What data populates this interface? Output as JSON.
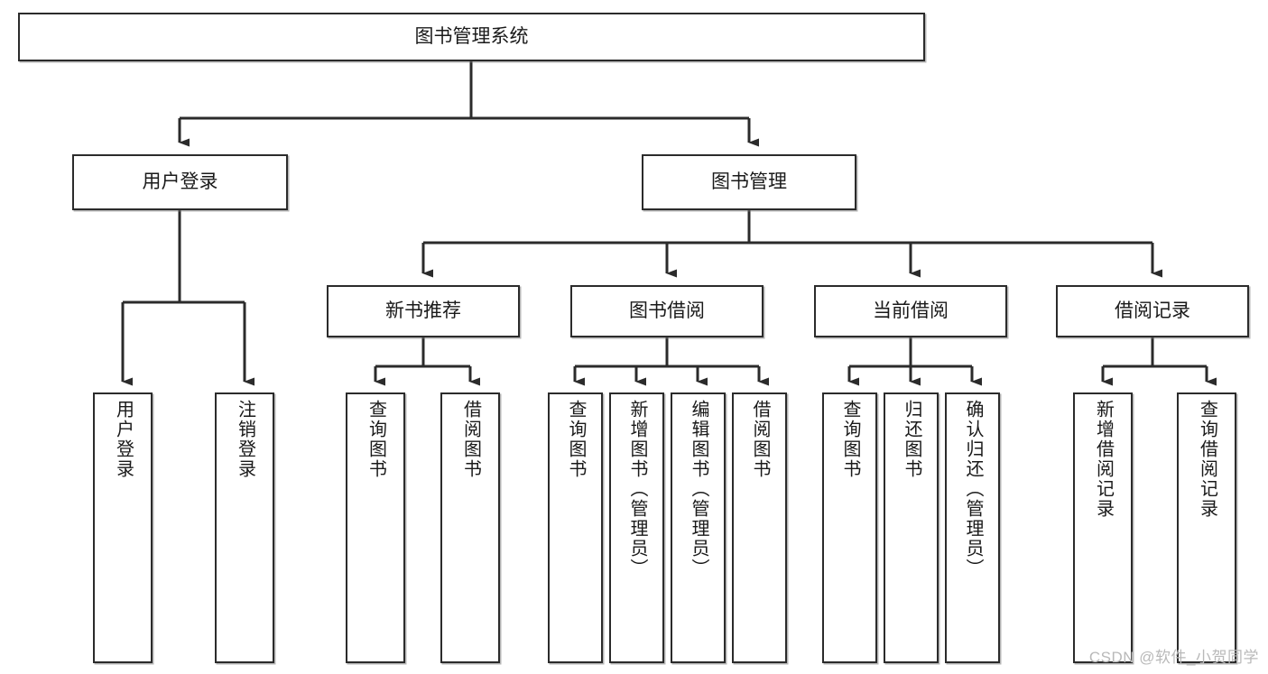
{
  "diagram": {
    "title": "图书管理系统",
    "watermark": "CSDN @软件_小贺同学",
    "type": "tree-hierarchy-diagram",
    "root": {
      "id": "root",
      "label": "图书管理系统"
    },
    "level2": [
      {
        "id": "user-login",
        "label": "用户登录"
      },
      {
        "id": "book-management",
        "label": "图书管理"
      }
    ],
    "level3": [
      {
        "id": "new-book-recommend",
        "label": "新书推荐",
        "parent": "book-management"
      },
      {
        "id": "book-borrow",
        "label": "图书借阅",
        "parent": "book-management"
      },
      {
        "id": "current-borrow",
        "label": "当前借阅",
        "parent": "book-management"
      },
      {
        "id": "borrow-record",
        "label": "借阅记录",
        "parent": "book-management"
      }
    ],
    "leaves": {
      "user_login": [
        {
          "id": "leaf-user-login",
          "label": "用户登录"
        },
        {
          "id": "leaf-logout-login",
          "label": "注销登录"
        }
      ],
      "new_book_recommend": [
        {
          "id": "leaf-query-book-1",
          "label": "查询图书"
        },
        {
          "id": "leaf-borrow-book-1",
          "label": "借阅图书"
        }
      ],
      "book_borrow": [
        {
          "id": "leaf-query-book-2",
          "label": "查询图书"
        },
        {
          "id": "leaf-add-book",
          "label": "新增图书（管理员）"
        },
        {
          "id": "leaf-edit-book",
          "label": "编辑图书（管理员）"
        },
        {
          "id": "leaf-borrow-book-2",
          "label": "借阅图书"
        }
      ],
      "current_borrow": [
        {
          "id": "leaf-query-book-3",
          "label": "查询图书"
        },
        {
          "id": "leaf-return-book",
          "label": "归还图书"
        },
        {
          "id": "leaf-confirm-return",
          "label": "确认归还（管理员）"
        }
      ],
      "borrow_record": [
        {
          "id": "leaf-add-record",
          "label": "新增借阅记录"
        },
        {
          "id": "leaf-query-record",
          "label": "查询借阅记录"
        }
      ]
    },
    "colors": {
      "stroke": "#2b2b2b",
      "fill": "#ffffff",
      "text": "#1a1a1a",
      "watermark": "#b9b9b9"
    }
  }
}
